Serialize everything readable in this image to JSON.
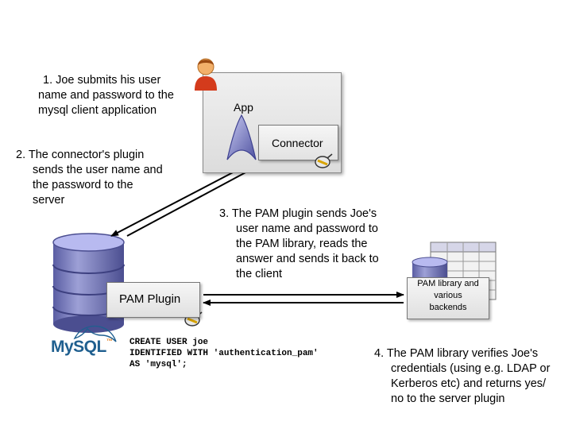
{
  "steps": {
    "step1": [
      "1. Joe submits his user",
      "name and password to the",
      "mysql client application"
    ],
    "step2": [
      "2. The connector's plugin",
      "sends the user name and",
      "the password to the",
      "server"
    ],
    "step3": [
      "3. The PAM plugin sends Joe's",
      "user name and password to",
      "the PAM library, reads the",
      "answer and sends it back to",
      "the client"
    ],
    "step4": [
      "4. The PAM library verifies Joe's",
      "credentials (using e.g. LDAP or",
      "Kerberos etc) and returns yes/",
      "no to the server plugin"
    ]
  },
  "boxes": {
    "app": "App",
    "connector": "Connector",
    "pam_plugin": "PAM Plugin",
    "pam_library": [
      "PAM library and",
      "various",
      "backends"
    ]
  },
  "code": [
    "CREATE USER joe",
    " IDENTIFIED WITH 'authentication_pam'",
    "AS 'mysql';"
  ],
  "logo": {
    "text": "MySQL",
    "tm": "™"
  },
  "icons": [
    "user-icon",
    "app-icon",
    "plug-icon",
    "database-icon",
    "table-icon"
  ],
  "colors": {
    "db_fill": "#8c8fc8",
    "db_dark": "#4a4d8f",
    "user_shirt": "#d43b1c",
    "user_skin": "#f2b06a",
    "mysql_blue": "#1f5f8f",
    "mysql_orange": "#e07b1a"
  }
}
